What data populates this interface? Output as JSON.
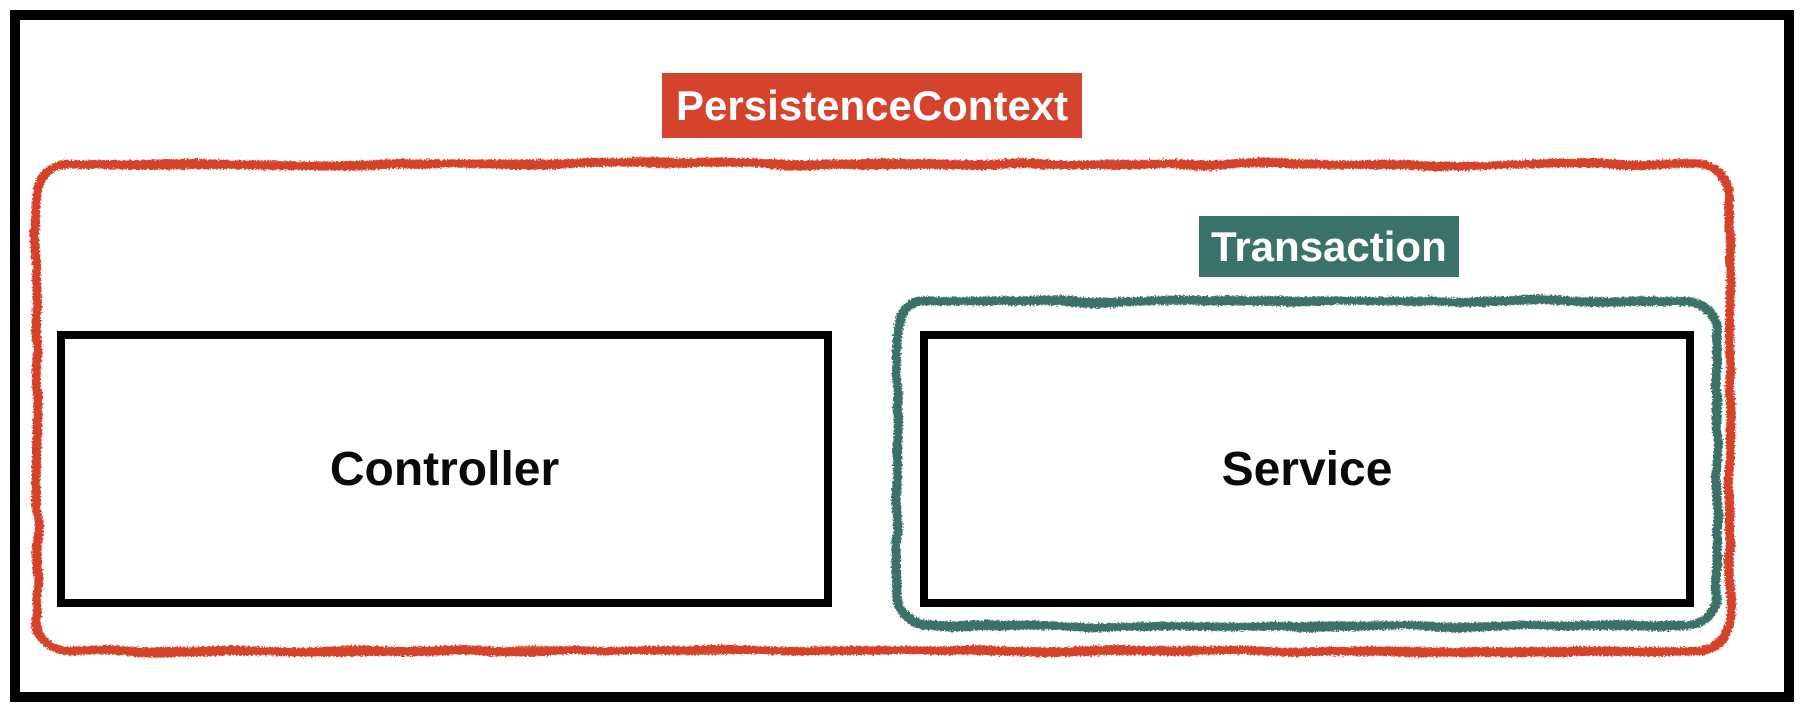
{
  "diagram": {
    "groups": [
      {
        "id": "persistence-context",
        "label": "PersistenceContext",
        "label_bg": "#D5432C",
        "label_text_color": "#FFFFFF",
        "border_color": "#D5432C",
        "border_style": "hand-drawn rounded rectangle"
      },
      {
        "id": "transaction",
        "label": "Transaction",
        "label_bg": "#3A7168",
        "label_text_color": "#FFFFFF",
        "border_color": "#3A7168",
        "border_style": "hand-drawn rounded rectangle"
      }
    ],
    "boxes": [
      {
        "id": "controller",
        "label": "Controller",
        "border_color": "#000000",
        "text_color": "#0A0A0A"
      },
      {
        "id": "service",
        "label": "Service",
        "border_color": "#000000",
        "text_color": "#0A0A0A"
      }
    ],
    "outer_frame_color": "#000000",
    "background_color": "#FFFFFF",
    "containment": "PersistenceContext contains Controller and Transaction; Transaction contains Service"
  }
}
